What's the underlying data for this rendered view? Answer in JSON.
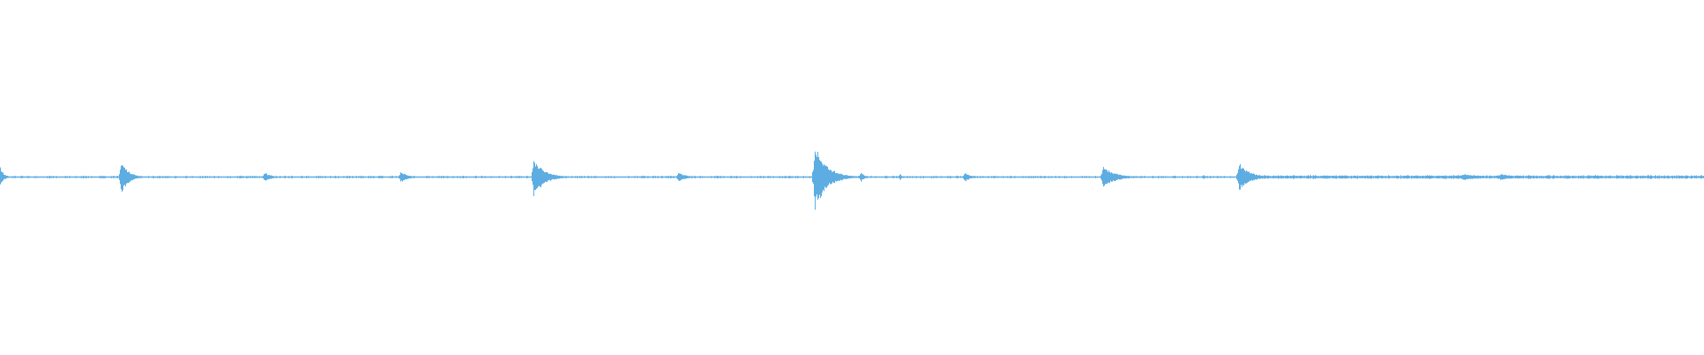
{
  "chart_data": {
    "type": "area",
    "title": "",
    "xlabel": "",
    "ylabel": "",
    "ylim": [
      -1,
      1
    ],
    "xlim": [
      0,
      1
    ],
    "grid": false,
    "color": "#5dade2",
    "background": "#ffffff",
    "baseline_amplitude": 0.004,
    "events": [
      {
        "t": 0.0,
        "amplitude": 0.05,
        "decay": 0.002
      },
      {
        "t": 0.071,
        "amplitude": 0.09,
        "decay": 0.004
      },
      {
        "t": 0.098,
        "amplitude": 0.008,
        "decay": 0.002
      },
      {
        "t": 0.155,
        "amplitude": 0.025,
        "decay": 0.004
      },
      {
        "t": 0.212,
        "amplitude": 0.006,
        "decay": 0.002
      },
      {
        "t": 0.235,
        "amplitude": 0.03,
        "decay": 0.004
      },
      {
        "t": 0.262,
        "amplitude": 0.006,
        "decay": 0.002
      },
      {
        "t": 0.313,
        "amplitude": 0.105,
        "decay": 0.006
      },
      {
        "t": 0.398,
        "amplitude": 0.028,
        "decay": 0.004
      },
      {
        "t": 0.478,
        "amplitude": 0.17,
        "decay": 0.007
      },
      {
        "t": 0.505,
        "amplitude": 0.03,
        "decay": 0.002
      },
      {
        "t": 0.528,
        "amplitude": 0.02,
        "decay": 0.001
      },
      {
        "t": 0.566,
        "amplitude": 0.028,
        "decay": 0.003
      },
      {
        "t": 0.647,
        "amplitude": 0.06,
        "decay": 0.007
      },
      {
        "t": 0.706,
        "amplitude": 0.012,
        "decay": 0.002
      },
      {
        "t": 0.727,
        "amplitude": 0.08,
        "decay": 0.006
      },
      {
        "t": 0.858,
        "amplitude": 0.016,
        "decay": 0.012
      },
      {
        "t": 0.88,
        "amplitude": 0.016,
        "decay": 0.012
      }
    ],
    "noise_region": {
      "start": 0.735,
      "end": 1.0,
      "amplitude": 0.01
    }
  }
}
